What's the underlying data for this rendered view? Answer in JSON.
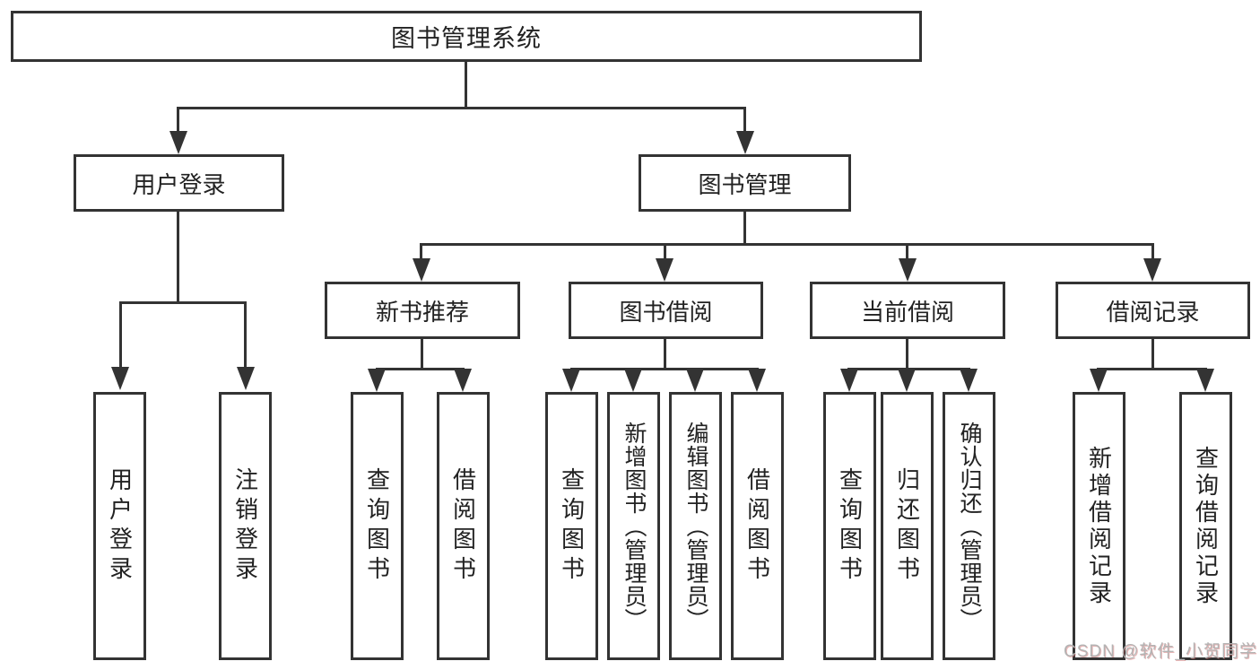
{
  "tree": {
    "label": "图书管理系统",
    "children": [
      {
        "label": "用户登录",
        "children": [
          {
            "label": "用户登录"
          },
          {
            "label": "注销登录"
          }
        ]
      },
      {
        "label": "图书管理",
        "children": [
          {
            "label": "新书推荐",
            "children": [
              {
                "label": "查询图书"
              },
              {
                "label": "借阅图书"
              }
            ]
          },
          {
            "label": "图书借阅",
            "children": [
              {
                "label": "查询图书"
              },
              {
                "label": "新增图书（管理员）"
              },
              {
                "label": "编辑图书（管理员）"
              },
              {
                "label": "借阅图书"
              }
            ]
          },
          {
            "label": "当前借阅",
            "children": [
              {
                "label": "查询图书"
              },
              {
                "label": "归还图书"
              },
              {
                "label": "确认归还（管理员）"
              }
            ]
          },
          {
            "label": "借阅记录",
            "children": [
              {
                "label": "新增借阅记录"
              },
              {
                "label": "查询借阅记录"
              }
            ]
          }
        ]
      }
    ]
  },
  "watermark": {
    "text": "CSDN @软件_小贺同学"
  },
  "colors": {
    "line": "#333333",
    "background": "#ffffff",
    "watermark_gray": "#b3b3b3",
    "watermark_shadow_red": "#cd5f5f"
  }
}
